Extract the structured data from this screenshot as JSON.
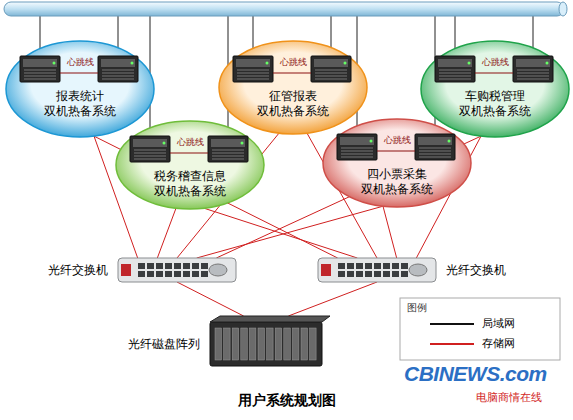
{
  "diagram": {
    "caption": "用户系统规划图",
    "nodes": [
      {
        "text": [
          "心跳线",
          "报表统计 双机热备系统"
        ]
      },
      {
        "text": [
          "心跳线",
          "税务稽查信息 双机热备系统"
        ]
      },
      {
        "text": [
          "心跳线",
          "征管报表 双机热备系统"
        ]
      },
      {
        "text": [
          "心跳线",
          "四小票采集 双机热备系统"
        ]
      },
      {
        "text": [
          "心跳线",
          "车购税管理 双机热备系统"
        ]
      },
      {
        "text": [
          "光纤交换机"
        ]
      },
      {
        "text": [
          "光纤交换机"
        ]
      },
      {
        "text": [
          "光纤磁盘阵列"
        ]
      }
    ],
    "edges": [
      {
        "from": 0,
        "to": 5,
        "arrow": "none"
      },
      {
        "from": 0,
        "to": 6,
        "arrow": "none"
      },
      {
        "from": 1,
        "to": 5,
        "arrow": "none"
      },
      {
        "from": 1,
        "to": 6,
        "arrow": "none"
      },
      {
        "from": 2,
        "to": 5,
        "arrow": "none"
      },
      {
        "from": 2,
        "to": 6,
        "arrow": "none"
      },
      {
        "from": 3,
        "to": 5,
        "arrow": "none"
      },
      {
        "from": 3,
        "to": 6,
        "arrow": "none"
      },
      {
        "from": 4,
        "to": 5,
        "arrow": "none"
      },
      {
        "from": 4,
        "to": 6,
        "arrow": "none"
      },
      {
        "from": 5,
        "to": 7,
        "arrow": "none"
      },
      {
        "from": 6,
        "to": 7,
        "arrow": "none"
      }
    ],
    "labels": [
      "图例",
      "CBINEWS.com",
      "电脑商情在线"
    ],
    "legend": [
      {
        "text": "局域网"
      },
      {
        "text": "存储网"
      }
    ]
  }
}
